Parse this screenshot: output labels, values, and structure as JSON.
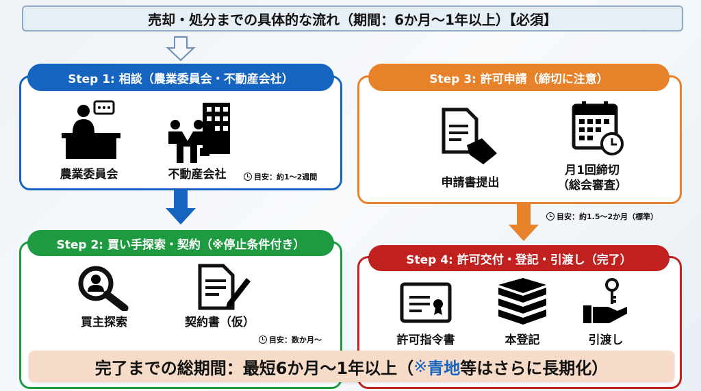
{
  "title": "売却・処分までの具体的な流れ（期間：6か月〜1年以上）【必須】",
  "steps": [
    {
      "header": "Step 1: 相談（農業委員会・不動産会社）",
      "items": [
        "農業委員会",
        "不動産会社"
      ],
      "note": "目安：約1〜2週間",
      "color": "#1565c0"
    },
    {
      "header": "Step 2: 買い手探索・契約（※停止条件付き）",
      "items": [
        "買主探索",
        "契約書（仮）"
      ],
      "note": "目安：数か月〜",
      "color": "#1e9a40"
    },
    {
      "header": "Step 3: 許可申請（締切に注意）",
      "items": [
        "申請書提出",
        "月1回締切",
        "（総会審査）"
      ],
      "note": "目安：約1.5〜2か月（標準）",
      "color": "#e8822a"
    },
    {
      "header": "Step 4: 許可交付・登記・引渡し（完了）",
      "items": [
        "許可指令書",
        "本登記",
        "引渡し"
      ],
      "color": "#c0201e"
    }
  ],
  "banner": {
    "prefix": "完了までの総期間：最短6か月〜1年以上（",
    "mark": "※",
    "highlight": "青地",
    "suffix": "等はさらに長期化）"
  }
}
